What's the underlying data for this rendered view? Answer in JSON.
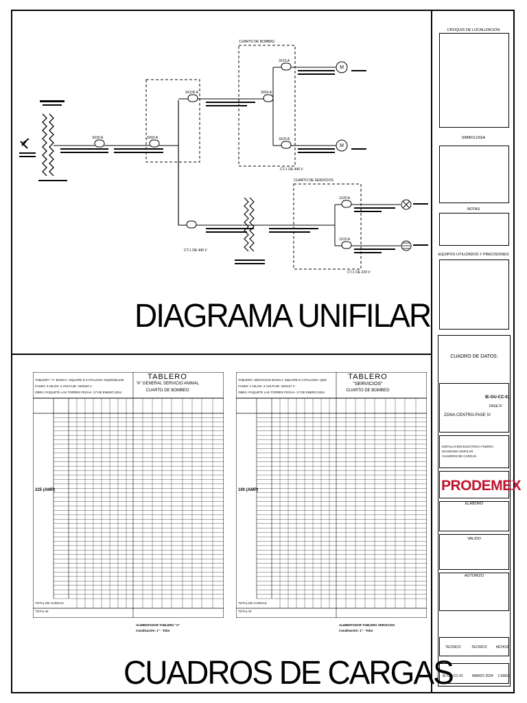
{
  "titles": {
    "diagram": "DIAGRAMA UNIFILAR",
    "loads": "CUADROS DE CARGAS"
  },
  "title_block": {
    "croquis": "CROQUIS DE LOCALIZACION",
    "simbologia": "SIMBOLOGIA",
    "notas": "NOTAS",
    "equipos": "EQUIPOS UTILIZADOS Y PRECISIONES",
    "cuadro_datos": "CUADRO DE DATOS:",
    "plan_code": "IE-OU-CC-01",
    "phase": "FASE IV",
    "zone": "ZONA CENTRO-FASE IV",
    "desc_lines": [
      "INSTALACION ELECTRICA FUERZA",
      "DIAGRAMA UNIFILAR",
      "CUADROS DE CARGAS"
    ],
    "logo": "PRODEMEX",
    "signature_1": "ELABORO",
    "signature_2": "VALIDO",
    "signature_3": "AUTORIZO",
    "reviewer_a": "TECNICO",
    "reviewer_b": "TECNICO",
    "reviewer_c": "MCHOZ",
    "footer_code": "IE-OU-CC-01",
    "footer_date": "MARZO 2024",
    "footer_scale": "1:SMGS"
  },
  "diagram": {
    "panel_label_a": "CUARTO DE BOMBAS",
    "panel_label_b": "CUARTO DE SERVICIOS",
    "motor_label": "M",
    "breaker_labels": [
      "3X30 A",
      "3X50 A",
      "3X100 A",
      "3X60 A",
      "3X15 A",
      "3X20 A",
      "1X20 A",
      "1X15 A"
    ],
    "ref_labels": [
      "CT-1 DE 440 V",
      "CT-1 DE 440 V",
      "CT-1 DE 220 V"
    ]
  },
  "tables": [
    {
      "heading": "TABLERO",
      "name": "\"A\" GENERAL SERVICIO ANIMAL",
      "room": "CUARTO DE BOMBEO",
      "meta": [
        "TABLERO: \"A\"   MARCA: SQUARE D   CATALOGO: NQOD30L225",
        "FASES: 3   HILOS: 4   VOLTAJE: 440/254 V",
        "OBRA: PAQUETE LAS TORRES   FECHA: 17 DE ENERO 2024"
      ],
      "amps": "225 (AMP)",
      "total_label_1": "TOTAL DE CARGAS",
      "total_label_2": "TOTAL W",
      "note": "ALIMENTADOR TABLERO \"A\"",
      "note_2": "Canalización: 1\" - Tubo"
    },
    {
      "heading": "TABLERO",
      "name": "\"SERVICIOS\"",
      "room": "CUARTO DE BOMBEO",
      "meta": [
        "TABLERO: SERVICIOS   MARCA: SQUARE D   CATALOGO: QO8",
        "FASES: 1   HILOS: 3   VOLTAJE: 220/127 V",
        "OBRA: PAQUETE LAS TORRES   FECHA: 17 DE ENERO 2024"
      ],
      "amps": "100 (AMP)",
      "total_label_1": "TOTAL DE CARGAS",
      "total_label_2": "TOTAL W",
      "note": "ALIMENTADOR TABLERO SERVICIOS",
      "note_2": "Canalización: 1\" - Tubo"
    }
  ],
  "colors": {
    "line": "#000000",
    "brand": "#c0122e"
  }
}
